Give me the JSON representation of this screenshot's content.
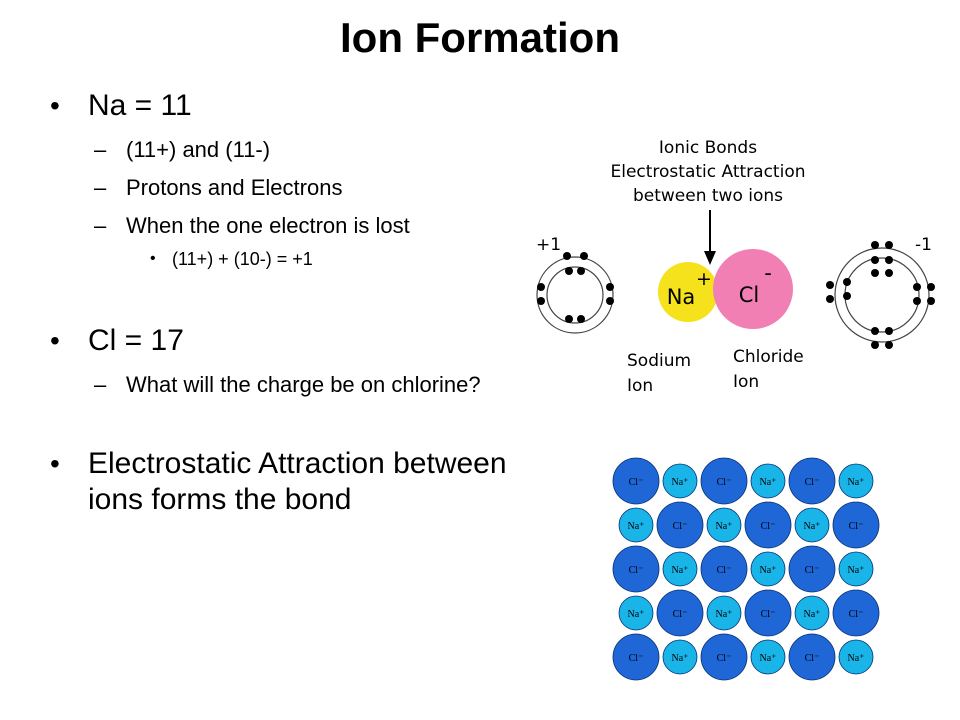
{
  "slide": {
    "title": "Ion Formation",
    "bullets": {
      "na_heading": "Na = 11",
      "na_sub1": "(11+) and (11-)",
      "na_sub2": "Protons and Electrons",
      "na_sub3": "When the one electron is lost",
      "na_subsub": "(11+) + (10-) = +1",
      "cl_heading": "Cl = 17",
      "cl_sub1": "What will the charge be on chlorine?",
      "bond_text": "Electrostatic Attraction between ions forms the bond"
    }
  },
  "diagram": {
    "caption_line1": "Ionic Bonds",
    "caption_line2": "Electrostatic Attraction",
    "caption_line3": "between two ions",
    "left_charge": "+1",
    "right_charge": "-1",
    "na_label": "Na",
    "na_sign": "+",
    "cl_label": "Cl",
    "cl_sign": "-",
    "sodium_line1": "Sodium",
    "sodium_line2": "Ion",
    "chloride_line1": "Chloride",
    "chloride_line2": "Ion",
    "colors": {
      "sodium": "#f5e21c",
      "chloride": "#f17fb4"
    }
  },
  "lattice": {
    "cl_label": "Cl⁻",
    "na_label": "Na⁺",
    "rows": [
      [
        "Cl",
        "Na",
        "Cl",
        "Na",
        "Cl",
        "Na"
      ],
      [
        "Na",
        "Cl",
        "Na",
        "Cl",
        "Na",
        "Cl"
      ],
      [
        "Cl",
        "Na",
        "Cl",
        "Na",
        "Cl",
        "Na"
      ],
      [
        "Na",
        "Cl",
        "Na",
        "Cl",
        "Na",
        "Cl"
      ],
      [
        "Cl",
        "Na",
        "Cl",
        "Na",
        "Cl",
        "Na"
      ]
    ],
    "colors": {
      "cl": "#1f66d6",
      "na": "#19b4e8"
    }
  }
}
